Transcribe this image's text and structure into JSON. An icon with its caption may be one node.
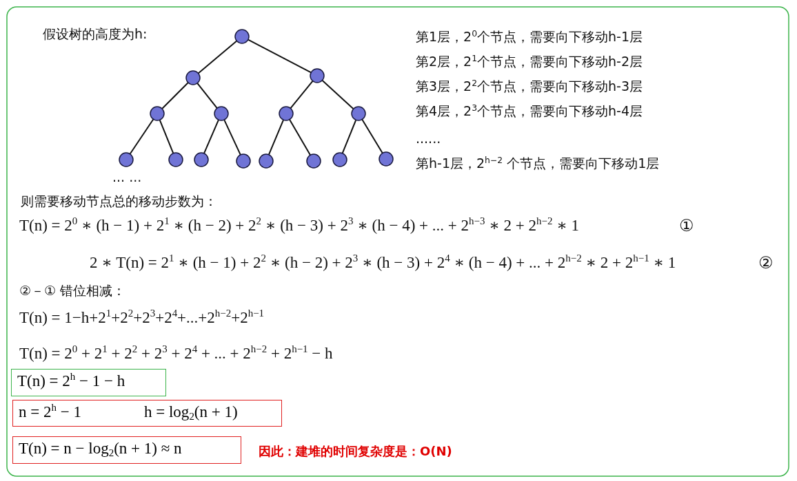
{
  "diagram": {
    "nodes": [
      {
        "text": [],
        "shape": "circle"
      },
      {
        "text": [],
        "shape": "circle"
      },
      {
        "text": [],
        "shape": "circle"
      },
      {
        "text": [],
        "shape": "circle"
      },
      {
        "text": [],
        "shape": "circle"
      },
      {
        "text": [],
        "shape": "circle"
      },
      {
        "text": [],
        "shape": "circle"
      },
      {
        "text": [],
        "shape": "circle"
      },
      {
        "text": [],
        "shape": "circle"
      },
      {
        "text": [],
        "shape": "circle"
      },
      {
        "text": [],
        "shape": "circle"
      },
      {
        "text": [],
        "shape": "circle"
      },
      {
        "text": [],
        "shape": "circle"
      },
      {
        "text": [],
        "shape": "circle"
      },
      {
        "text": [],
        "shape": "circle"
      },
      {
        "text": [
          "T(n) = 2$^{h}$ − 1 − h"
        ]
      },
      {
        "text": [
          "n = 2$^{h}$ − 1",
          "h = log$_{2}$(n + 1)"
        ]
      },
      {
        "text": [
          "T(n) = n − log$_{2}$(n + 1) ≈ n"
        ]
      }
    ],
    "edges": [
      {
        "from": 0,
        "to": 1,
        "arrow": "none"
      },
      {
        "from": 0,
        "to": 2,
        "arrow": "none"
      },
      {
        "from": 1,
        "to": 3,
        "arrow": "none"
      },
      {
        "from": 1,
        "to": 4,
        "arrow": "none"
      },
      {
        "from": 2,
        "to": 5,
        "arrow": "none"
      },
      {
        "from": 2,
        "to": 6,
        "arrow": "none"
      },
      {
        "from": 3,
        "to": 7,
        "arrow": "none"
      },
      {
        "from": 3,
        "to": 8,
        "arrow": "none"
      },
      {
        "from": 4,
        "to": 9,
        "arrow": "none"
      },
      {
        "from": 4,
        "to": 10,
        "arrow": "none"
      },
      {
        "from": 5,
        "to": 11,
        "arrow": "none"
      },
      {
        "from": 5,
        "to": 12,
        "arrow": "none"
      },
      {
        "from": 6,
        "to": 13,
        "arrow": "none"
      },
      {
        "from": 6,
        "to": 14,
        "arrow": "none"
      }
    ],
    "labels": [
      "假设树的高度为h:",
      "第1层，2$^{0}$个节点，需要向下移动h-1层",
      "第2层，2$^{1}$个节点，需要向下移动h-2层",
      "第3层，2$^{2}$个节点，需要向下移动h-3层",
      "第4层，2$^{3}$个节点，需要向下移动h-4层",
      "......",
      "第h-1层，2$^{h−2}$ 个节点，需要向下移动1层",
      "... ...",
      "则需要移动节点总的移动步数为：",
      "T(n) = 2$^{0}$ ∗ (h − 1) + 2$^{1}$ ∗ (h − 2) + 2$^{2}$ ∗ (h − 3) + 2$^{3}$ ∗ (h − 4) + ... + 2$^{h−3}$ ∗ 2 + 2$^{h−2}$ ∗ 1",
      "①",
      "2 ∗ T(n) = 2$^{1}$ ∗ (h − 1) + 2$^{2}$ ∗ (h − 2) + 2$^{3}$ ∗ (h − 3) + 2$^{4}$ ∗ (h − 4) + ... + 2$^{h−2}$ ∗ 2 + 2$^{h−1}$ ∗ 1",
      "②",
      "②－① 错位相减：",
      "T(n) = 1−h+2$^{1}$+2$^{2}$+2$^{3}$+2$^{4}$+...+2$^{h−2}$+2$^{h−1}$",
      "T(n) = 2$^{0}$ + 2$^{1}$ + 2$^{2}$ + 2$^{3}$ + 2$^{4}$ + ... + 2$^{h−2}$ + 2$^{h−1}$ − h",
      "因此：建堆的时间复杂度是：O(N)"
    ]
  }
}
